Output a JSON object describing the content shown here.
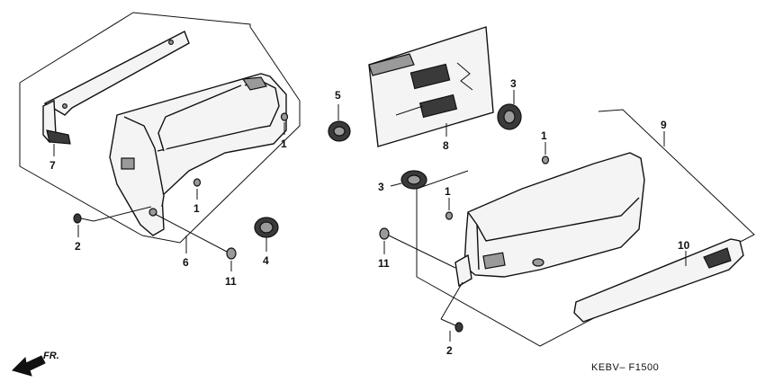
{
  "diagram_code": "KEBV– F1500",
  "direction_label": "FR.",
  "callouts": [
    {
      "id": "c1a",
      "text": "1"
    },
    {
      "id": "c1b",
      "text": "1"
    },
    {
      "id": "c1c",
      "text": "1"
    },
    {
      "id": "c1d",
      "text": "1"
    },
    {
      "id": "c2a",
      "text": "2"
    },
    {
      "id": "c2b",
      "text": "2"
    },
    {
      "id": "c3a",
      "text": "3"
    },
    {
      "id": "c3b",
      "text": "3"
    },
    {
      "id": "c4",
      "text": "4"
    },
    {
      "id": "c5",
      "text": "5"
    },
    {
      "id": "c6",
      "text": "6"
    },
    {
      "id": "c7",
      "text": "7"
    },
    {
      "id": "c8",
      "text": "8"
    },
    {
      "id": "c9",
      "text": "9"
    },
    {
      "id": "c10",
      "text": "10"
    },
    {
      "id": "c11a",
      "text": "11"
    },
    {
      "id": "c11b",
      "text": "11"
    }
  ]
}
